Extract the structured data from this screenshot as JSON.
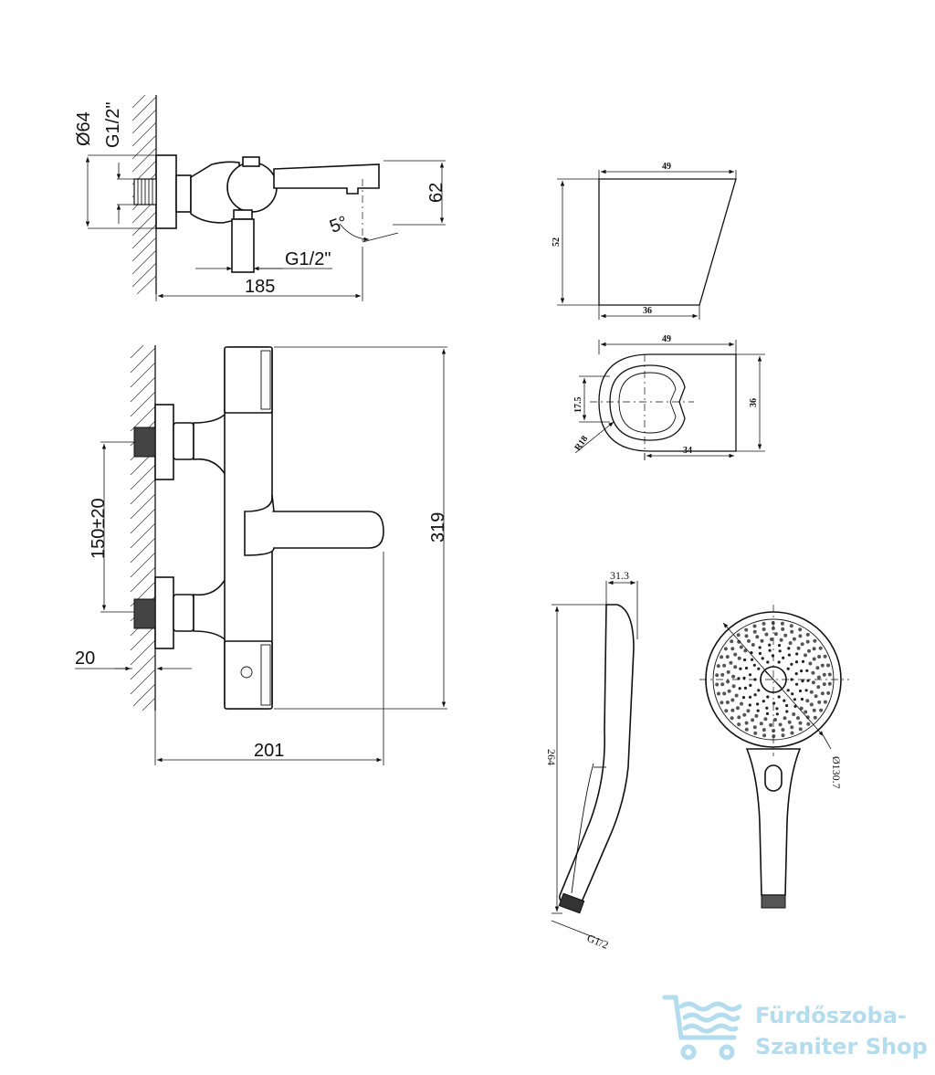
{
  "dimensions": {
    "side_view": {
      "diameter": "Ø64",
      "thread_top": "G1/2\"",
      "height": "62",
      "angle": "5°",
      "thread_bottom": "G1/2\"",
      "depth": "185"
    },
    "front_view": {
      "spacing": "150±20",
      "height": "319",
      "offset": "20",
      "width": "201"
    },
    "holder_side": {
      "top": "49",
      "height": "52",
      "bottom": "36"
    },
    "holder_top": {
      "top": "49",
      "inner": "17.5",
      "radius": "R18",
      "bottom": "34",
      "height": "36"
    },
    "handshower_side": {
      "thickness": "31.3",
      "length": "264",
      "thread": "G1/2"
    },
    "handshower_front": {
      "diameter": "Ø130.7"
    }
  },
  "watermark": {
    "line1": "Fürdőszoba-",
    "line2": "Szaniter Shop",
    "icon": "cart-wave-icon",
    "color": "#b3dcef"
  }
}
